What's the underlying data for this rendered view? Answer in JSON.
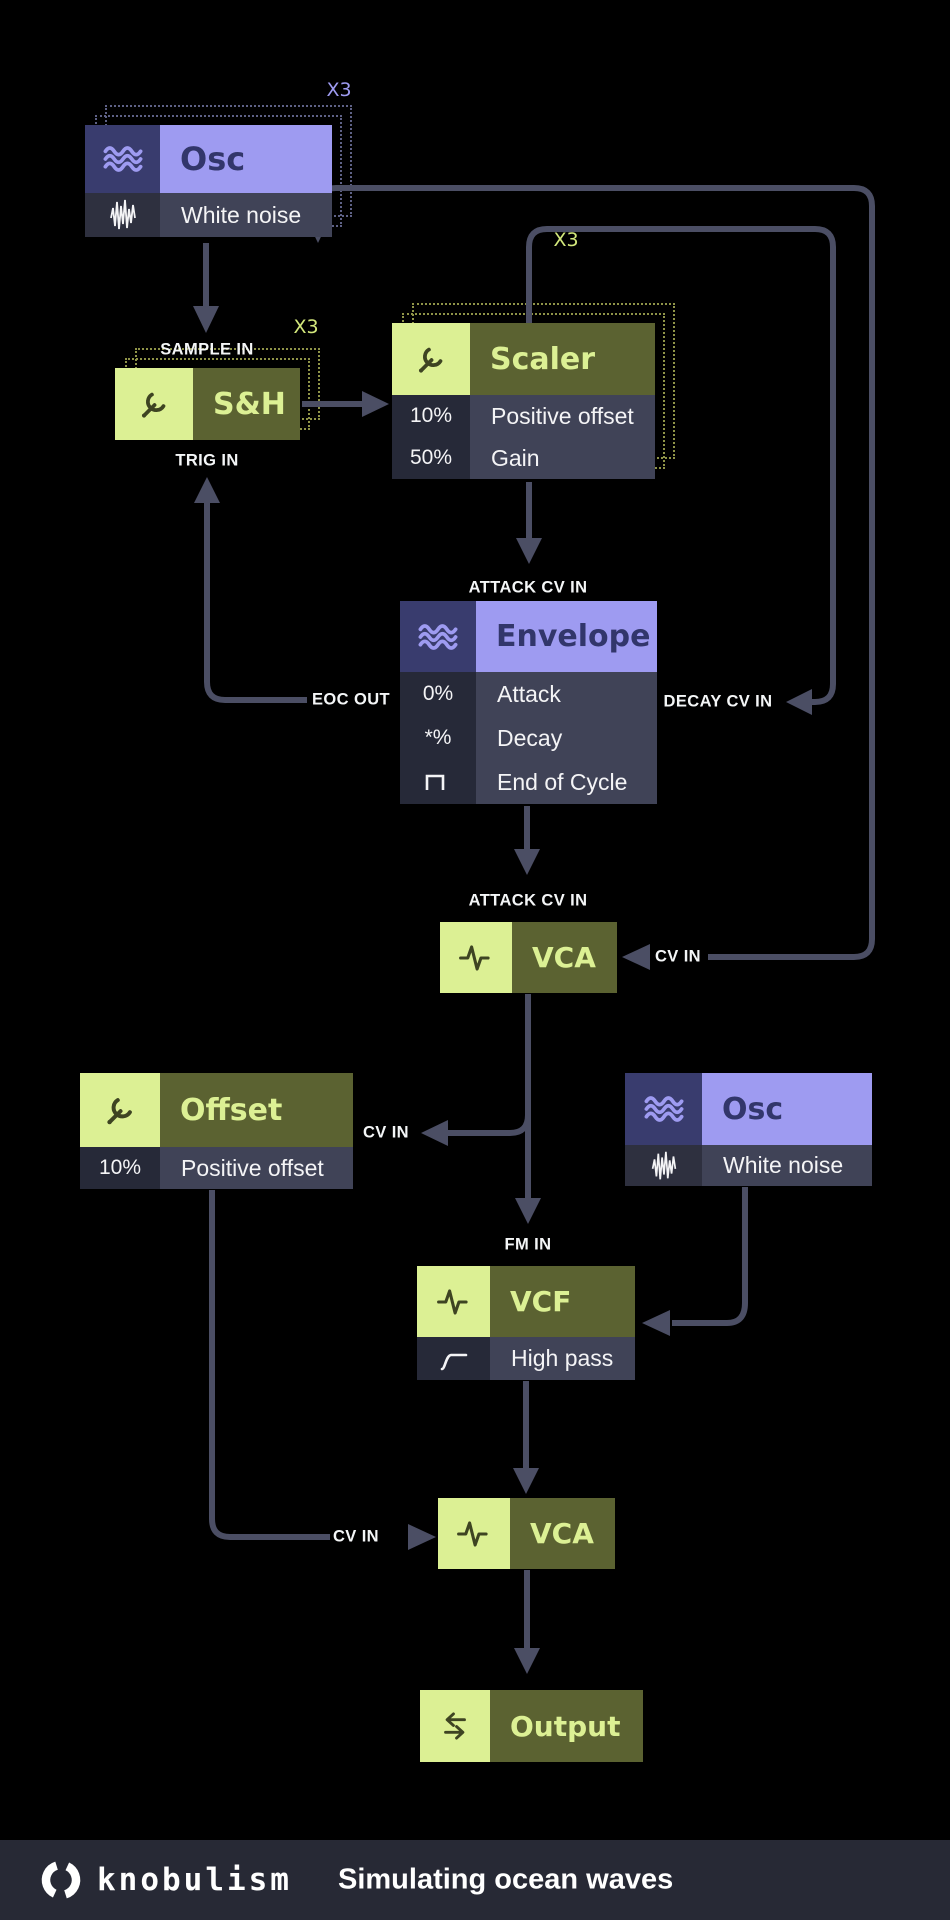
{
  "diagram": {
    "ports": {
      "sample_in": "SAMPLE IN",
      "trig_in": "TRIG IN",
      "attack_cv_env": "ATTACK CV IN",
      "attack_cv_vca": "ATTACK CV IN",
      "decay_cv_in": "DECAY CV IN",
      "eoc_out": "EOC OUT",
      "cv_in_vca1": "CV IN",
      "cv_in_offset": "CV IN",
      "cv_in_vca2": "CV IN",
      "fm_in": "FM IN"
    },
    "blocks": {
      "osc1": {
        "title": "Osc",
        "icon": "waves-icon",
        "multiplier": "X3",
        "rows": [
          {
            "icon": "noise-icon",
            "label": "White noise"
          }
        ]
      },
      "sh": {
        "title": "S&H",
        "icon": "wrench-icon",
        "multiplier": "X3"
      },
      "scaler": {
        "title": "Scaler",
        "icon": "wrench-icon",
        "multiplier": "X3",
        "rows": [
          {
            "value": "10%",
            "label": "Positive offset"
          },
          {
            "value": "50%",
            "label": "Gain"
          }
        ]
      },
      "envelope": {
        "title": "Envelope",
        "icon": "waves-icon",
        "rows": [
          {
            "value": "0%",
            "label": "Attack"
          },
          {
            "value": "*%",
            "label": "Decay"
          },
          {
            "value": "pulse-icon",
            "label": "End of Cycle"
          }
        ]
      },
      "vca1": {
        "title": "VCA",
        "icon": "spike-icon"
      },
      "offset": {
        "title": "Offset",
        "icon": "wrench-icon",
        "rows": [
          {
            "value": "10%",
            "label": "Positive offset"
          }
        ]
      },
      "osc2": {
        "title": "Osc",
        "icon": "waves-icon",
        "rows": [
          {
            "icon": "noise-icon",
            "label": "White noise"
          }
        ]
      },
      "vcf": {
        "title": "VCF",
        "icon": "spike-icon",
        "rows": [
          {
            "icon": "highpass-icon",
            "label": "High pass"
          }
        ]
      },
      "vca2": {
        "title": "VCA",
        "icon": "spike-icon"
      },
      "output": {
        "title": "Output",
        "icon": "swap-icon"
      }
    }
  },
  "footer": {
    "brand": "knobulism",
    "caption": "Simulating ocean waves",
    "logo": "knob-logo-icon"
  },
  "colors": {
    "background": "#000000",
    "periwinkle": "#9e9bf1",
    "navy": "#393c6e",
    "lime": "#dcf094",
    "olive": "#5b6231",
    "wire": "#4b4e64",
    "value_cell": "#262938",
    "label_cell": "#404357",
    "footer_bg": "#272935",
    "x3_green": "#d3e87c",
    "x3_purple": "#9e9bf1"
  }
}
